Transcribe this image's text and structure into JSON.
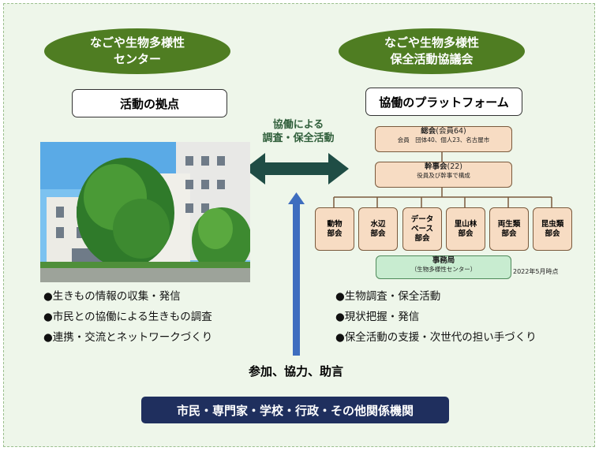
{
  "left": {
    "oval_line1": "なごや生物多様性",
    "oval_line2": "センター",
    "box": "活動の拠点",
    "bullets": [
      "●生きもの情報の収集・発信",
      "●市民との協働による生きもの調査",
      "●連携・交流とネットワークづくり"
    ]
  },
  "right": {
    "oval_line1": "なごや生物多様性",
    "oval_line2": "保全活動協議会",
    "box": "協働のプラットフォーム",
    "bullets": [
      "●生物調査・保全活動",
      "●現状把握・発信",
      "●保全活動の支援・次世代の担い手づくり"
    ]
  },
  "center": {
    "label_line1": "協働による",
    "label_line2": "調査・保全活動",
    "participation": "参加、協力、助言"
  },
  "org": {
    "general_title": "総会",
    "general_count": "(会員64)",
    "general_detail": "会員　団体40、個人23、名古屋市",
    "exec_title": "幹事会",
    "exec_count": "(22)",
    "exec_detail": "役員及び幹事で構成",
    "departments": [
      "動物\n部会",
      "水辺\n部会",
      "データ\nベース\n部会",
      "里山林\n部会",
      "両生類\n部会",
      "昆虫類\n部会"
    ],
    "office_title": "事務局",
    "office_detail": "（生物多様性センター）",
    "as_of": "2022年5月時点"
  },
  "bottom_banner": "市民・専門家・学校・行政・その他関係機関",
  "colors": {
    "background": "#eef6ea",
    "oval": "#4f7d22",
    "org_box": "#f7dcc3",
    "org_border": "#7a5a3d",
    "office_box": "#c8ecd0",
    "double_arrow": "#1f4d45",
    "up_arrow": "#3e6dbf",
    "banner": "#1f2f5e"
  }
}
